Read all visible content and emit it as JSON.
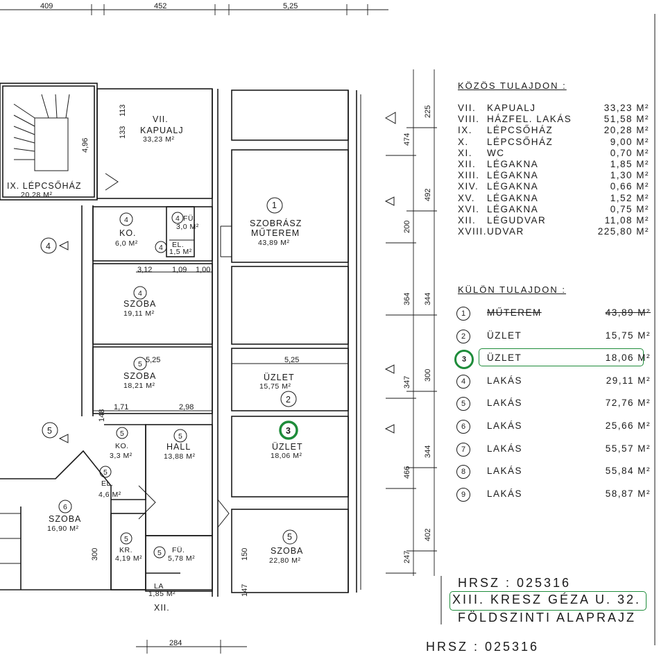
{
  "top_dims": [
    "409",
    "452",
    "5,25"
  ],
  "bottom_dim": "284",
  "rooms": {
    "kapualj": {
      "num": "VII.",
      "name": "KAPUALJ",
      "area": "33,23 M²"
    },
    "lepcsohaz": {
      "name": "IX. LÉPCSŐHÁZ",
      "area": "20,28 M²"
    },
    "muterem": {
      "circle": "1",
      "name1": "SZOBRÁSZ",
      "name2": "MŰTEREM",
      "area": "43,89 M²"
    },
    "konyha4": {
      "circle": "4",
      "name": "KO.",
      "area": "6,0 M²"
    },
    "furdo4": {
      "circle": "4",
      "name": "FÜ.",
      "area": "3,0 M²"
    },
    "eloszoba4": {
      "circle": "4",
      "name": "EL.",
      "area": "1,5 M²"
    },
    "szoba4": {
      "circle": "4",
      "name": "SZOBA",
      "area": "19,11 M²"
    },
    "szoba5a": {
      "circle": "5",
      "name": "SZOBA",
      "area": "18,21 M²"
    },
    "uzlet2": {
      "circle": "2",
      "name": "ÜZLET",
      "area": "15,75 M²"
    },
    "uzlet3": {
      "circle": "3",
      "name": "ÜZLET",
      "area": "18,06 M²"
    },
    "konyha5": {
      "circle": "5",
      "name": "KO.",
      "area": "3,3 M²"
    },
    "hall5": {
      "circle": "5",
      "name": "HALL",
      "area": "13,88 M²"
    },
    "eloszoba5": {
      "circle": "5",
      "name": "EL.",
      "area": "4,6 M²"
    },
    "szoba6": {
      "circle": "6",
      "name": "SZOBA",
      "area": "16,90 M²"
    },
    "kamra5": {
      "circle": "5",
      "name": "KR.",
      "area": "4,19 M²"
    },
    "furdo5": {
      "circle": "5",
      "name": "FÜ.",
      "area": "5,78 M²"
    },
    "szoba5b": {
      "circle": "5",
      "name": "SZOBA",
      "area": "22,80 M²"
    },
    "legakna": {
      "name": "LA",
      "area": "1,85 M²",
      "num": "XII."
    }
  },
  "entrance_markers": [
    "4",
    "5"
  ],
  "plan_dims": {
    "d312": "3,12",
    "d109": "1,09",
    "d100": "1,00",
    "d525a": "5,25",
    "d525b": "5,25",
    "d171": "1,71",
    "d298": "2,98",
    "d113": "113",
    "d133": "133",
    "d496": "4,96",
    "d300": "300",
    "d150": "150",
    "d147": "147",
    "d148": "148"
  },
  "right_dims": [
    "225",
    "474",
    "492",
    "200",
    "344",
    "364",
    "300",
    "347",
    "344",
    "466",
    "402",
    "247"
  ],
  "kozos": {
    "heading": "KÖZÖS TULAJDON :",
    "items": [
      {
        "num": "VII.",
        "name": "KAPUALJ",
        "area": "33,23 M²"
      },
      {
        "num": "VIII.",
        "name": "HÁZFEL. LAKÁS",
        "area": "51,58 M²"
      },
      {
        "num": "IX.",
        "name": "LÉPCSŐHÁZ",
        "area": "20,28 M²"
      },
      {
        "num": "X.",
        "name": "LÉPCSŐHÁZ",
        "area": "9,00 M²"
      },
      {
        "num": "XI.",
        "name": "WC",
        "area": "0,70 M²"
      },
      {
        "num": "XII.",
        "name": "LÉGAKNA",
        "area": "1,85 M²"
      },
      {
        "num": "XIII.",
        "name": "LÉGAKNA",
        "area": "1,30 M²"
      },
      {
        "num": "XIV.",
        "name": "LÉGAKNA",
        "area": "0,66 M²"
      },
      {
        "num": "XV.",
        "name": "LÉGAKNA",
        "area": "1,52 M²"
      },
      {
        "num": "XVI.",
        "name": "LÉGAKNA",
        "area": "0,75 M²"
      },
      {
        "num": "XII.",
        "name": "LÉGUDVAR",
        "area": "11,08 M²"
      },
      {
        "num": "XVIII.",
        "name": "UDVAR",
        "area": "225,80 M²"
      }
    ]
  },
  "kulon": {
    "heading": "KÜLÖN TULAJDON :",
    "items": [
      {
        "num": "1",
        "name": "MŰTEREM",
        "area": "43,89 M²"
      },
      {
        "num": "2",
        "name": "ÜZLET",
        "area": "15,75 M²"
      },
      {
        "num": "3",
        "name": "ÜZLET",
        "area": "18,06 M²"
      },
      {
        "num": "4",
        "name": "LAKÁS",
        "area": "29,11 M²"
      },
      {
        "num": "5",
        "name": "LAKÁS",
        "area": "72,76 M²"
      },
      {
        "num": "6",
        "name": "LAKÁS",
        "area": "25,66 M²"
      },
      {
        "num": "7",
        "name": "LAKÁS",
        "area": "55,57 M²"
      },
      {
        "num": "8",
        "name": "LAKÁS",
        "area": "55,84 M²"
      },
      {
        "num": "9",
        "name": "LAKÁS",
        "area": "58,87 M²"
      }
    ]
  },
  "title_block": {
    "hrsz": "HRSZ : 025316",
    "address": "XIII. KRESZ GÉZA U. 32.",
    "plan_name": "FÖLDSZINTI ALAPRAJZ"
  },
  "footer_hrsz": "HRSZ : 025316",
  "colors": {
    "highlight": "#1e8c3a",
    "ink": "#1a1a1a"
  }
}
